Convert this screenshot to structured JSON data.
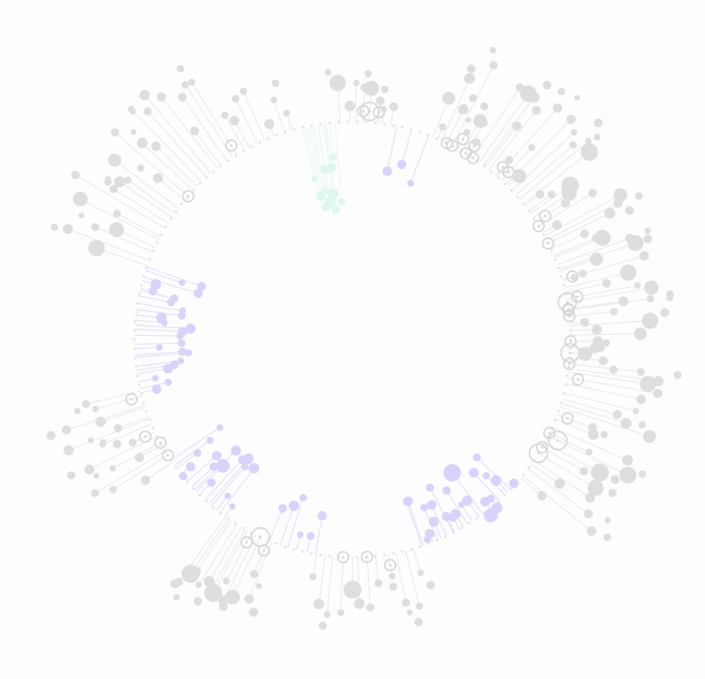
{
  "chart_data": {
    "type": "radial-lollipop",
    "title": "",
    "legend": "none",
    "grid": false,
    "colors": {
      "neutral": "#dedede",
      "neutral_stem": "#ececec",
      "neutral_ring": "#d6d6d6",
      "highlight_a": "#d9d2fb",
      "highlight_a_stem": "#e6e1fc",
      "highlight_b": "#dff6f1",
      "highlight_b_stem": "#e9faf6",
      "track": "#e4e4e4"
    },
    "ring": {
      "mark_count": 150
    },
    "groups": [
      {
        "name": "g1",
        "kind": "neutral",
        "start": -160,
        "end": -120,
        "count": 24,
        "seed": 11,
        "rmin": 1.15,
        "rmax": 1.5,
        "hollow": 0.1,
        "big": 0.15
      },
      {
        "name": "g2",
        "kind": "neutral",
        "start": -118,
        "end": -106,
        "count": 6,
        "seed": 23,
        "rmin": 1.05,
        "rmax": 1.3,
        "hollow": 0.2,
        "big": 0.2
      },
      {
        "name": "g3",
        "kind": "teal",
        "start": -103,
        "end": -95,
        "count": 12,
        "seed": 37,
        "rmin": 0.6,
        "rmax": 0.85,
        "hollow": 0.0,
        "big": 0.0
      },
      {
        "name": "g4",
        "kind": "neutral",
        "start": -93,
        "end": -80,
        "count": 8,
        "seed": 41,
        "rmin": 1.0,
        "rmax": 1.18,
        "hollow": 0.6,
        "big": 0.3
      },
      {
        "name": "g5",
        "kind": "purple",
        "start": -78,
        "end": -70,
        "count": 3,
        "seed": 53,
        "rmin": 0.75,
        "rmax": 1.2,
        "hollow": 0.0,
        "big": 0.0
      },
      {
        "name": "g6",
        "kind": "neutral",
        "start": -68,
        "end": 10,
        "count": 60,
        "seed": 67,
        "rmin": 1.05,
        "rmax": 1.45,
        "hollow": 0.25,
        "big": 0.18
      },
      {
        "name": "g7",
        "kind": "neutral",
        "start": 12,
        "end": 40,
        "count": 18,
        "seed": 71,
        "rmin": 1.1,
        "rmax": 1.45,
        "hollow": 0.2,
        "big": 0.2
      },
      {
        "name": "g8",
        "kind": "purple",
        "start": 42,
        "end": 72,
        "count": 24,
        "seed": 83,
        "rmin": 0.75,
        "rmax": 1.05,
        "hollow": 0.0,
        "big": 0.1
      },
      {
        "name": "g9",
        "kind": "neutral",
        "start": 74,
        "end": 100,
        "count": 12,
        "seed": 97,
        "rmin": 1.1,
        "rmax": 1.3,
        "hollow": 0.15,
        "big": 0.1
      },
      {
        "name": "g10",
        "kind": "purple",
        "start": 100,
        "end": 112,
        "count": 6,
        "seed": 101,
        "rmin": 0.72,
        "rmax": 0.95,
        "hollow": 0.0,
        "big": 0.0
      },
      {
        "name": "g11",
        "kind": "neutral",
        "start": 112,
        "end": 126,
        "count": 12,
        "seed": 113,
        "rmin": 1.15,
        "rmax": 1.4,
        "hollow": 0.15,
        "big": 0.15
      },
      {
        "name": "g12",
        "kind": "purple",
        "start": 126,
        "end": 146,
        "count": 16,
        "seed": 127,
        "rmin": 0.72,
        "rmax": 1.0,
        "hollow": 0.0,
        "big": 0.1
      },
      {
        "name": "g13",
        "kind": "neutral",
        "start": 146,
        "end": 166,
        "count": 14,
        "seed": 131,
        "rmin": 1.1,
        "rmax": 1.4,
        "hollow": 0.2,
        "big": 0.1
      },
      {
        "name": "g14",
        "kind": "purple",
        "start": 166,
        "end": 200,
        "count": 24,
        "seed": 149,
        "rmin": 0.72,
        "rmax": 0.98,
        "hollow": 0.0,
        "big": 0.05
      }
    ]
  }
}
